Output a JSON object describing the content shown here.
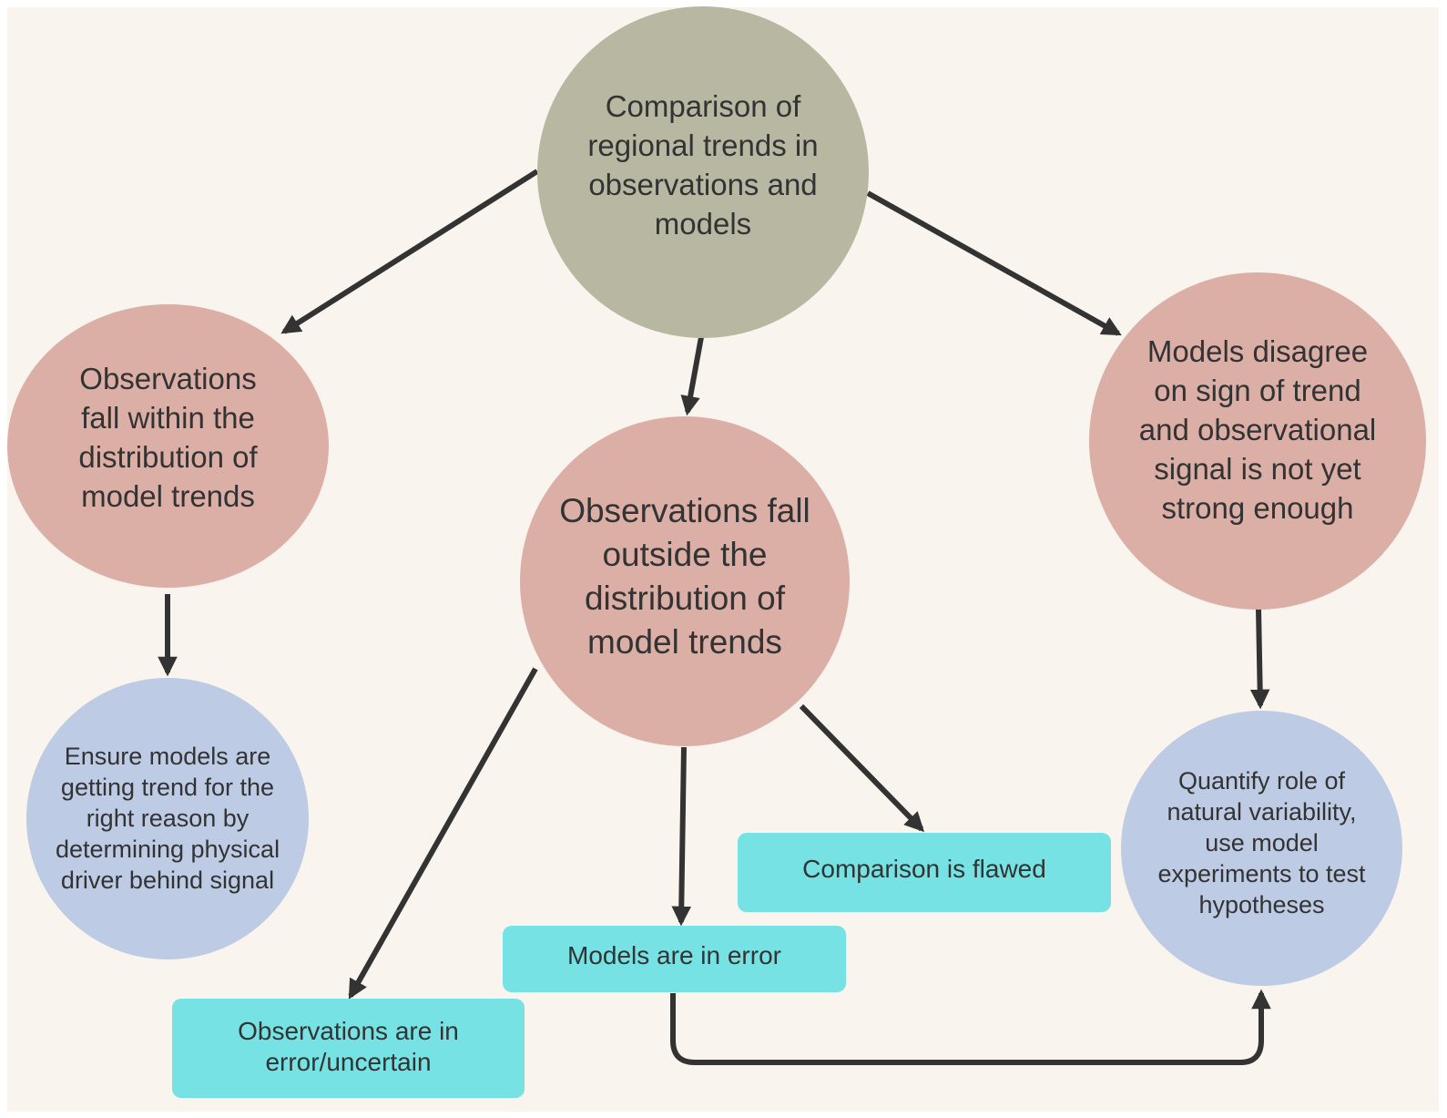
{
  "colors": {
    "background": "#f9f4ee",
    "root_fill": "#b8b8a2",
    "outcome_fill": "#dbaea6",
    "action_fill": "#bdcbe4",
    "box_fill": "#76e2e4",
    "arrow": "#333333",
    "text": "#333333"
  },
  "nodes": {
    "root": "Comparison of regional trends in observations and models",
    "within": "Observations fall within the distribution of model trends",
    "outside": "Observations fall outside the distribution of model trends",
    "disagree": "Models disagree on sign of trend and observational signal is not yet strong enough",
    "ensure": "Ensure models are getting trend for the right reason by determining physical driver behind signal",
    "quantify": "Quantify role of natural variability, use model experiments to test hypotheses",
    "flawed": "Comparison is flawed",
    "models_error": "Models are in error",
    "obs_error": "Observations are in error/uncertain"
  },
  "edges": [
    {
      "from": "root",
      "to": "within"
    },
    {
      "from": "root",
      "to": "outside"
    },
    {
      "from": "root",
      "to": "disagree"
    },
    {
      "from": "within",
      "to": "ensure"
    },
    {
      "from": "disagree",
      "to": "quantify"
    },
    {
      "from": "outside",
      "to": "obs_error"
    },
    {
      "from": "outside",
      "to": "models_error"
    },
    {
      "from": "outside",
      "to": "flawed"
    },
    {
      "from": "models_error",
      "to": "quantify"
    }
  ]
}
